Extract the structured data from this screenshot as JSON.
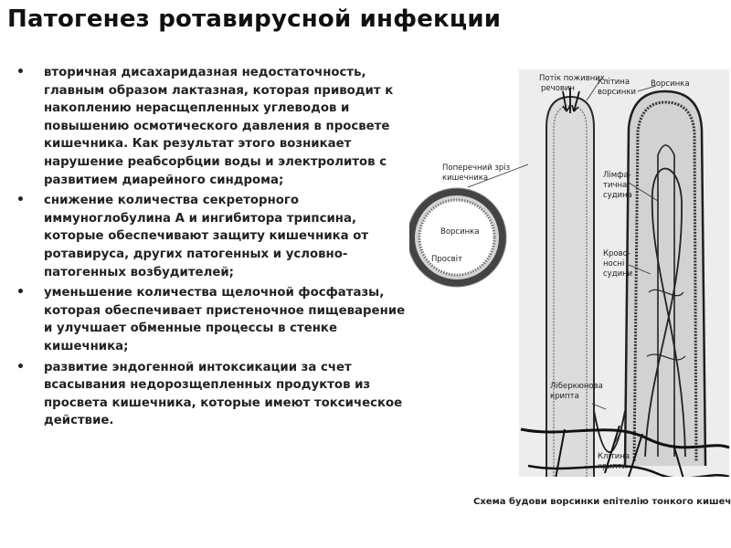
{
  "slide": {
    "title": "Патогенез ротавирусной инфекции",
    "bullets": [
      "вторичная дисахаридазная недостаточность, главным образом лактазная, которая приводит к накоплению нерасщепленных углеводов и повышению осмотического давления в просвете кишечника. Как результат этого возникает нарушение реабсорбции воды и электролитов с развитием диарейного синдрома;",
      "снижение количества секреторного иммуноглобулина А и ингибитора трипсина, которые обеспечивают защиту кишечника от ротавируса, других патогенных и условно-патогенных возбудителей;",
      "уменьшение количества щелочной фосфатазы, которая обеспечивает пристеночное пищеварение и улучшает обменные процессы в стенке кишечника;",
      "развитие эндогенной интоксикации за счет всасывания недорозщепленных продуктов из просвета кишечника, которые имеют токсическое действие."
    ]
  },
  "diagram": {
    "labels": {
      "nutrient_flow_1": "Потік поживних",
      "nutrient_flow_2": "речовин",
      "villus_cell_1": "Клітина",
      "villus_cell_2": "ворсинки",
      "villus": "Ворсинка",
      "cross_section_1": "Поперечний зріз",
      "cross_section_2": "кишечника",
      "lymph_1": "Лімфа-",
      "lymph_2": "тична",
      "lymph_3": "судина",
      "blood_1": "Крово-",
      "blood_2": "носні",
      "blood_3": "судини",
      "ring_villus": "Ворсинка",
      "lumen": "Просвіт",
      "crypt_1": "Ліберкюнова",
      "crypt_2": "крипта",
      "crypt_cell_1": "Клітина",
      "crypt_cell_2": "крипти",
      "caption": "Схема будови ворсинки епітелію тонкого кишечника."
    },
    "colors": {
      "tissue": "#d8d8d8",
      "outline": "#2a2a2a",
      "background": "#ececec"
    }
  }
}
